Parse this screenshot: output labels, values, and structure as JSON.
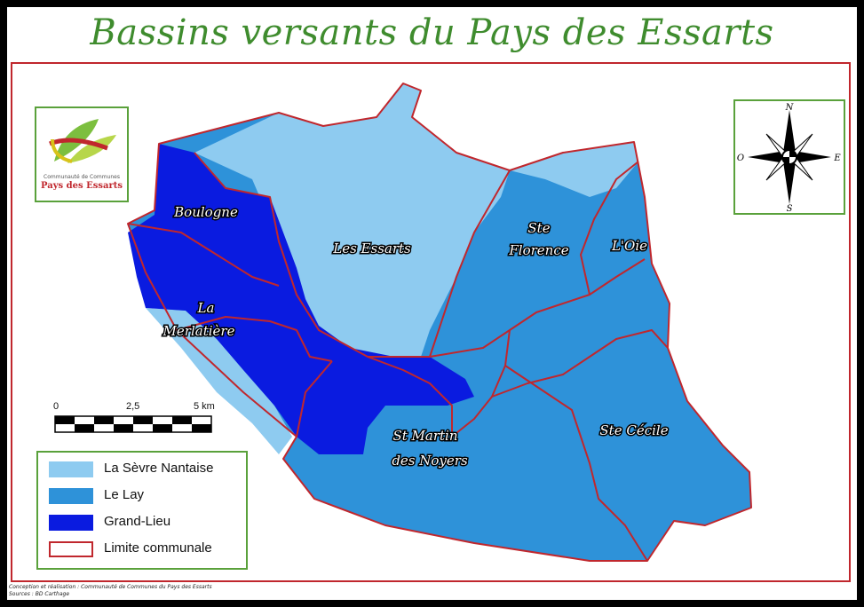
{
  "title": "Bassins versants du Pays des Essarts",
  "logo": {
    "tagline": "Communauté de Communes",
    "name": "Pays des Essarts"
  },
  "compass": {
    "north": "N",
    "south": "S",
    "east": "E",
    "west": "O"
  },
  "communes": [
    {
      "name": "Boulogne"
    },
    {
      "name": "Les Essarts"
    },
    {
      "name": "Ste"
    },
    {
      "name": "Florence"
    },
    {
      "name": "L'Oie"
    },
    {
      "name": "La"
    },
    {
      "name": "Merlatière"
    },
    {
      "name": "St Martin"
    },
    {
      "name": "des Noyers"
    },
    {
      "name": "Ste Cécile"
    }
  ],
  "scale": {
    "labels": [
      "0",
      "2,5",
      "5 km"
    ]
  },
  "legend": {
    "items": [
      {
        "label": "La Sèvre Nantaise",
        "color": "#8ecbf0"
      },
      {
        "label": "Le Lay",
        "color": "#2e92d9"
      },
      {
        "label": "Grand-Lieu",
        "color": "#0a1be0"
      },
      {
        "label": "Limite communale",
        "color": "#c0272d"
      }
    ]
  },
  "credits": {
    "line1": "Conception et réalisation : Communauté de Communes du Pays des Essarts",
    "line2": "Sources : BD Carthage"
  },
  "colors": {
    "title": "#3f8c2e",
    "frame_border": "#c0272d",
    "box_border": "#5aa13b"
  }
}
